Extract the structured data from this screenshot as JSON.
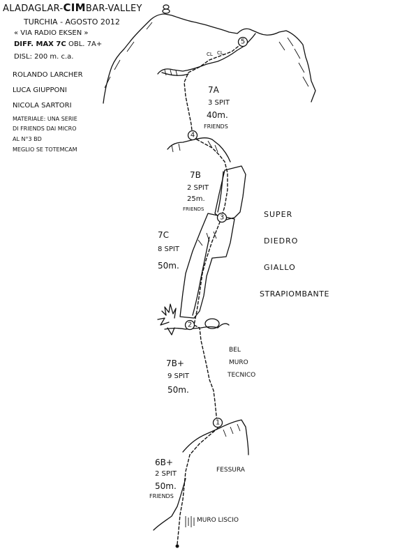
{
  "header": {
    "title_part1": "ALADAGLAR-",
    "title_part2": "CIM",
    "title_part3": "BAR-VALLEY",
    "location": "TURCHIA - AGOSTO 2012",
    "route_name": "« VIA RADIO EKSEN »",
    "difficulty": "DIFF. MAX 7C",
    "mandatory": "OBL. 7A+",
    "elevation": "DISL: 200 m. c.a."
  },
  "climbers": [
    "ROLANDO LARCHER",
    "LUCA GIUPPONI",
    "NICOLA SARTORI"
  ],
  "gear": [
    "MATERIALE: UNA SERIE",
    "DI FRIENDS DAI MICRO",
    "AL N°3 BD",
    "MEGLIO SE TOTEMCAM"
  ],
  "pitches": [
    {
      "grade": "7A",
      "spits": "3 SPIT",
      "length": "40m.",
      "extra": "FRIENDS"
    },
    {
      "grade": "7B",
      "spits": "2 SPIT",
      "length": "25m.",
      "extra": "FRIENDS"
    },
    {
      "grade": "7C",
      "spits": "8 SPIT",
      "length": "50m.",
      "extra": ""
    },
    {
      "grade": "7B+",
      "spits": "9 SPIT",
      "length": "50m.",
      "extra": ""
    },
    {
      "grade": "6B+",
      "spits": "2 SPIT",
      "length": "50m.",
      "extra": "FRIENDS"
    }
  ],
  "belays": [
    "1",
    "2",
    "3",
    "4",
    "5"
  ],
  "annotations": {
    "dihedral": [
      "SUPER",
      "DIEDRO",
      "GIALLO",
      "STRAPIOMBANTE"
    ],
    "wall": [
      "BEL",
      "MURO",
      "TECNICO"
    ],
    "crack": "FESSURA",
    "smooth_wall": "MURO LISCIO",
    "cl1": "CL",
    "cl2": "CL"
  }
}
